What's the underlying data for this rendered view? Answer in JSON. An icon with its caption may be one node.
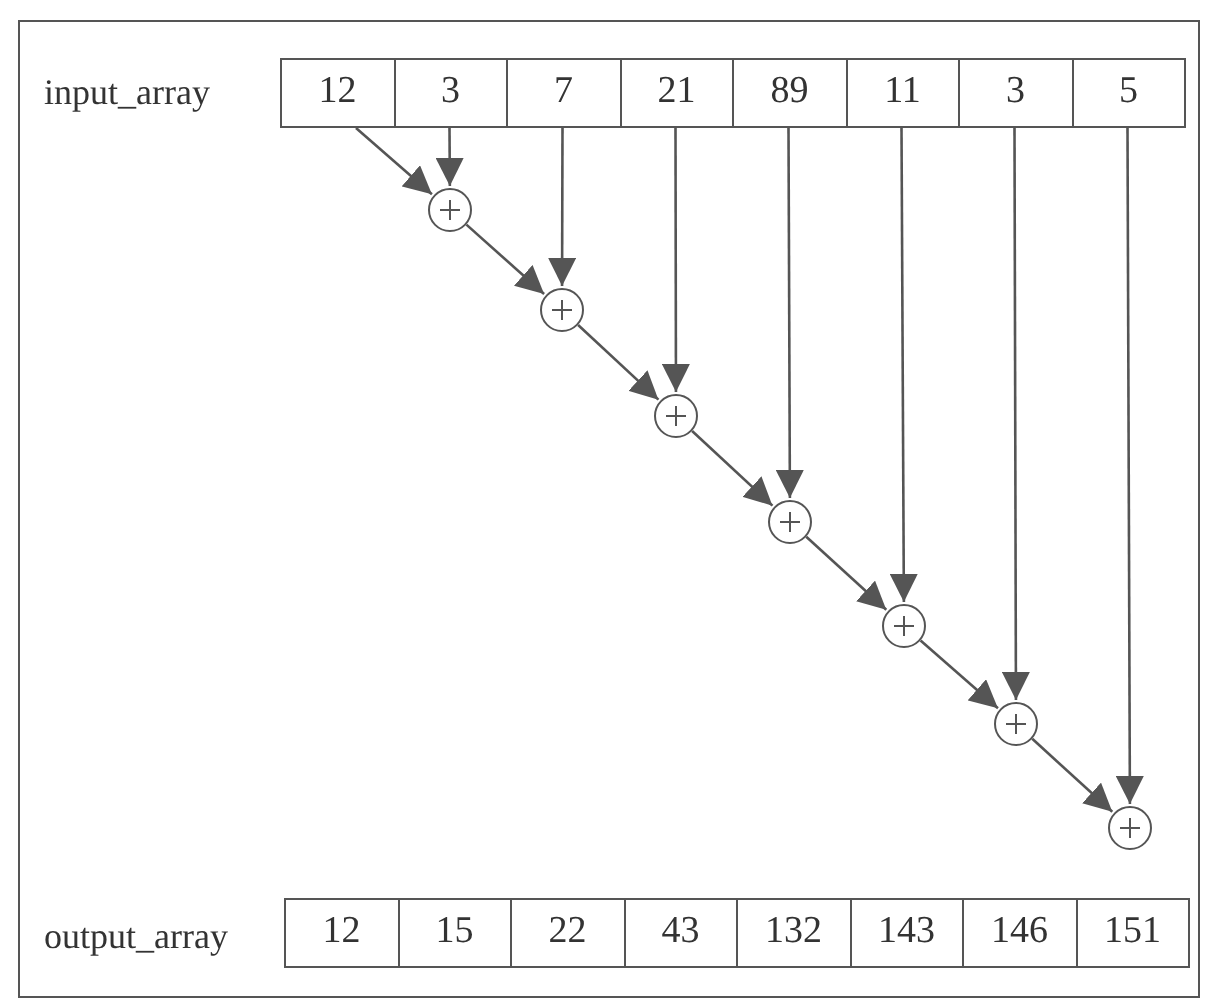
{
  "diagram": {
    "nodes": [
      {
        "text": [
          "12"
        ]
      },
      {
        "text": [
          "3"
        ]
      },
      {
        "text": [
          "7"
        ]
      },
      {
        "text": [
          "21"
        ]
      },
      {
        "text": [
          "89"
        ]
      },
      {
        "text": [
          "11"
        ]
      },
      {
        "text": [
          "3"
        ]
      },
      {
        "text": [
          "5"
        ]
      },
      {
        "text": [],
        "shape": "circle"
      },
      {
        "text": [],
        "shape": "circle"
      },
      {
        "text": [],
        "shape": "circle"
      },
      {
        "text": [],
        "shape": "circle"
      },
      {
        "text": [],
        "shape": "circle"
      },
      {
        "text": [],
        "shape": "circle"
      },
      {
        "text": [],
        "shape": "circle"
      },
      {
        "text": [
          "12"
        ]
      },
      {
        "text": [
          "15"
        ]
      },
      {
        "text": [
          "22"
        ]
      },
      {
        "text": [
          "43"
        ]
      },
      {
        "text": [
          "132"
        ]
      },
      {
        "text": [
          "143"
        ]
      },
      {
        "text": [
          "146"
        ]
      },
      {
        "text": [
          "151"
        ]
      }
    ],
    "edges": [
      {
        "from": 0,
        "to": 8,
        "arrow": "to"
      },
      {
        "from": 1,
        "to": 8,
        "arrow": "to"
      },
      {
        "from": 8,
        "to": 9,
        "arrow": "to"
      },
      {
        "from": 2,
        "to": 9,
        "arrow": "to"
      },
      {
        "from": 9,
        "to": 10,
        "arrow": "to"
      },
      {
        "from": 3,
        "to": 10,
        "arrow": "to"
      },
      {
        "from": 10,
        "to": 11,
        "arrow": "to"
      },
      {
        "from": 4,
        "to": 11,
        "arrow": "to"
      },
      {
        "from": 11,
        "to": 12,
        "arrow": "to"
      },
      {
        "from": 5,
        "to": 12,
        "arrow": "to"
      },
      {
        "from": 12,
        "to": 13,
        "arrow": "to"
      },
      {
        "from": 6,
        "to": 13,
        "arrow": "to"
      },
      {
        "from": 13,
        "to": 14,
        "arrow": "to"
      },
      {
        "from": 7,
        "to": 14,
        "arrow": "to"
      }
    ],
    "labels": [
      "input_array",
      "output_array"
    ]
  }
}
